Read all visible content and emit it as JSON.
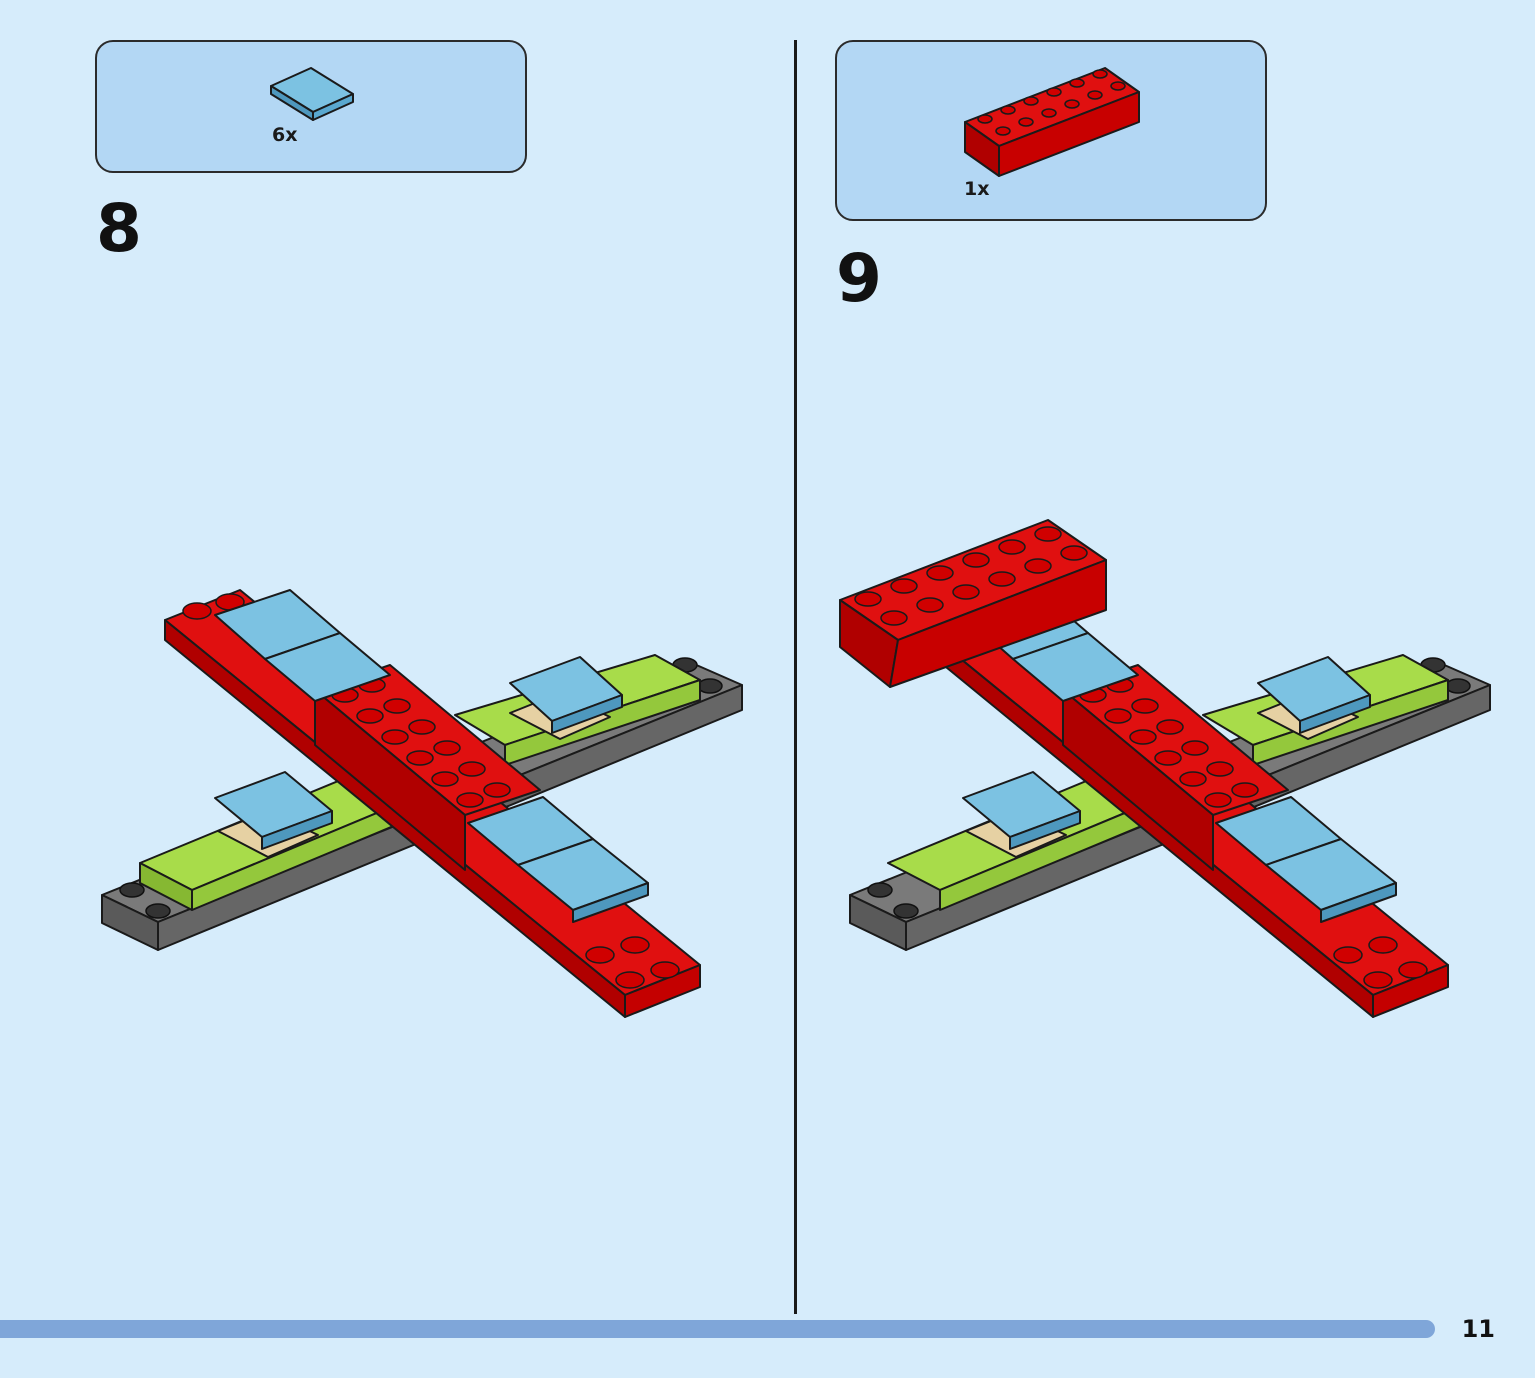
{
  "steps": [
    {
      "number": "8",
      "parts": [
        {
          "name": "light-blue-tile-2x2",
          "quantity": "6x",
          "color": "#68b4d8"
        }
      ]
    },
    {
      "number": "9",
      "parts": [
        {
          "name": "red-brick-2x6",
          "quantity": "1x",
          "color": "#d80000"
        }
      ]
    }
  ],
  "page_number": "11",
  "colors": {
    "background": "#d6ecfb",
    "parts_box": "#b3d7f4",
    "red": "#d80000",
    "light_blue": "#68b4d8",
    "lime": "#a8dc4a",
    "gray": "#6e6e6e",
    "tan": "#e6d1a3",
    "progress": "#7fa6d9"
  }
}
